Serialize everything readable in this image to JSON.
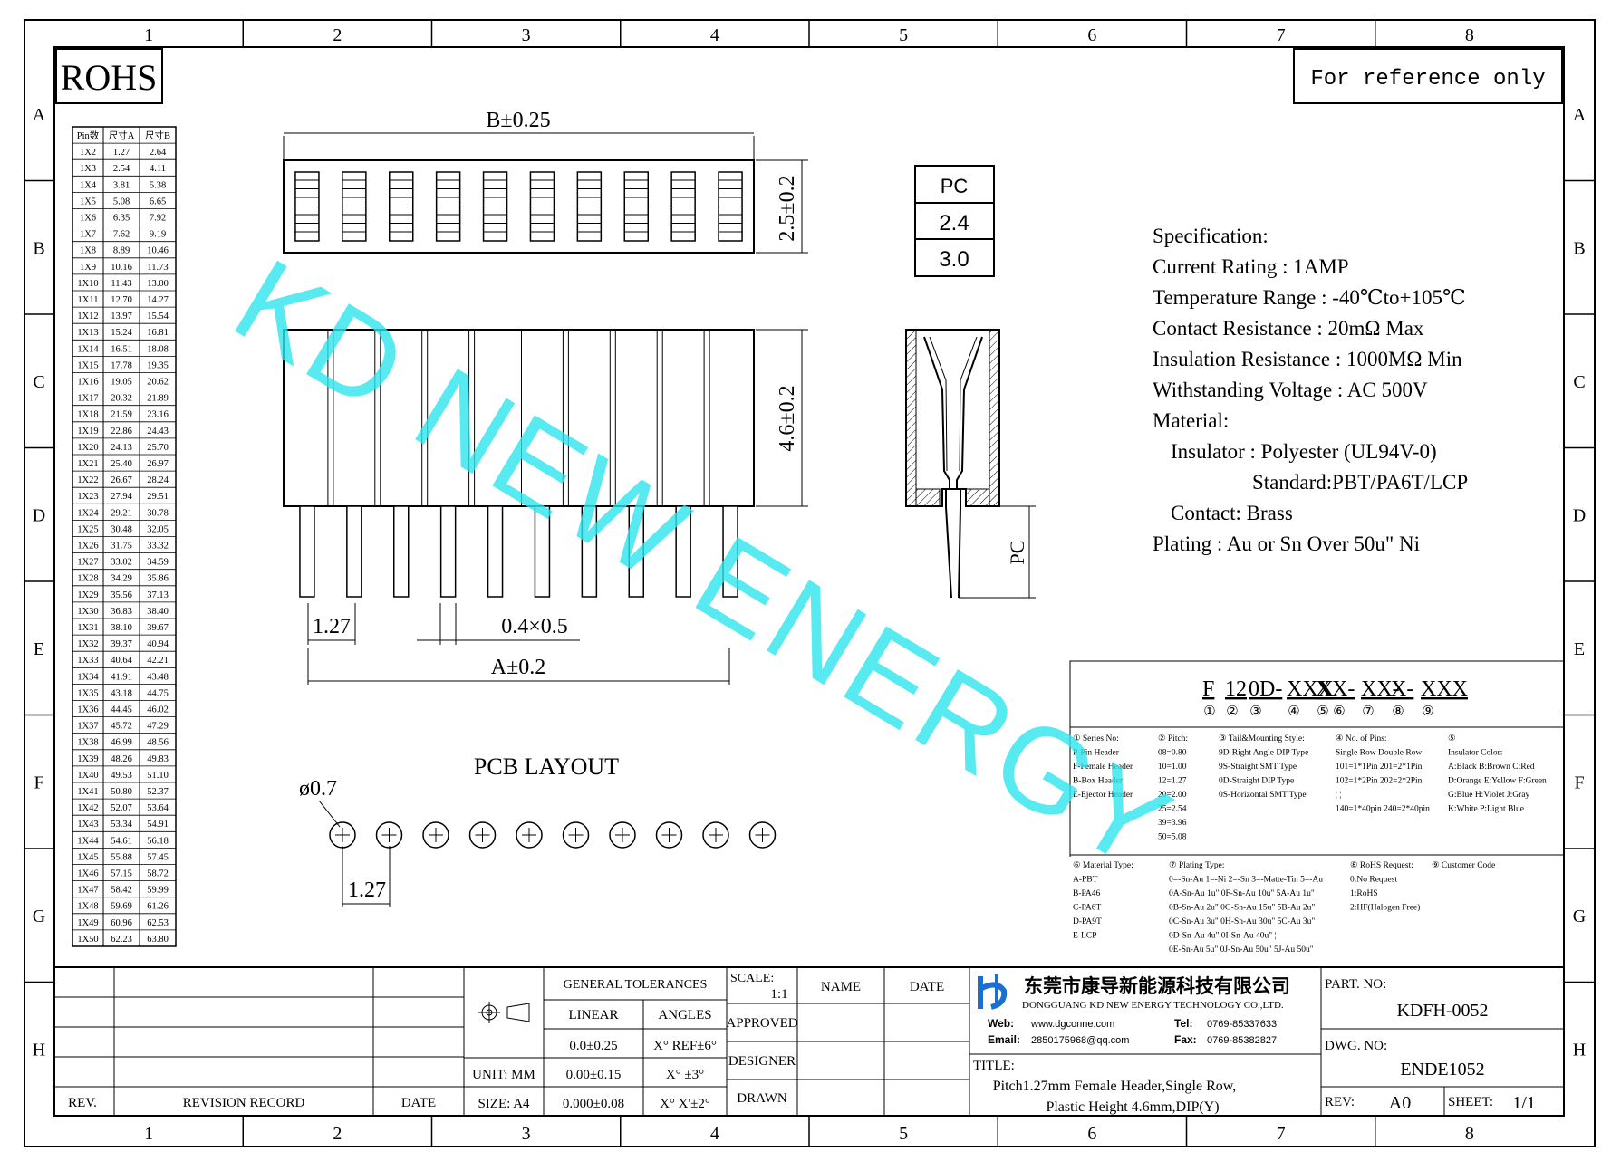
{
  "grid": {
    "cols": [
      "1",
      "2",
      "3",
      "4",
      "5",
      "6",
      "7",
      "8"
    ],
    "rows": [
      "A",
      "B",
      "C",
      "D",
      "E",
      "F",
      "G",
      "H"
    ]
  },
  "rohs": "ROHS",
  "reference": "For reference only",
  "watermark": "KD NEW ENERGY",
  "pin_table": {
    "headers": [
      "Pin数",
      "尺寸A",
      "尺寸B"
    ],
    "rows": [
      [
        "1X2",
        "1.27",
        "2.64"
      ],
      [
        "1X3",
        "2.54",
        "4.11"
      ],
      [
        "1X4",
        "3.81",
        "5.38"
      ],
      [
        "1X5",
        "5.08",
        "6.65"
      ],
      [
        "1X6",
        "6.35",
        "7.92"
      ],
      [
        "1X7",
        "7.62",
        "9.19"
      ],
      [
        "1X8",
        "8.89",
        "10.46"
      ],
      [
        "1X9",
        "10.16",
        "11.73"
      ],
      [
        "1X10",
        "11.43",
        "13.00"
      ],
      [
        "1X11",
        "12.70",
        "14.27"
      ],
      [
        "1X12",
        "13.97",
        "15.54"
      ],
      [
        "1X13",
        "15.24",
        "16.81"
      ],
      [
        "1X14",
        "16.51",
        "18.08"
      ],
      [
        "1X15",
        "17.78",
        "19.35"
      ],
      [
        "1X16",
        "19.05",
        "20.62"
      ],
      [
        "1X17",
        "20.32",
        "21.89"
      ],
      [
        "1X18",
        "21.59",
        "23.16"
      ],
      [
        "1X19",
        "22.86",
        "24.43"
      ],
      [
        "1X20",
        "24.13",
        "25.70"
      ],
      [
        "1X21",
        "25.40",
        "26.97"
      ],
      [
        "1X22",
        "26.67",
        "28.24"
      ],
      [
        "1X23",
        "27.94",
        "29.51"
      ],
      [
        "1X24",
        "29.21",
        "30.78"
      ],
      [
        "1X25",
        "30.48",
        "32.05"
      ],
      [
        "1X26",
        "31.75",
        "33.32"
      ],
      [
        "1X27",
        "33.02",
        "34.59"
      ],
      [
        "1X28",
        "34.29",
        "35.86"
      ],
      [
        "1X29",
        "35.56",
        "37.13"
      ],
      [
        "1X30",
        "36.83",
        "38.40"
      ],
      [
        "1X31",
        "38.10",
        "39.67"
      ],
      [
        "1X32",
        "39.37",
        "40.94"
      ],
      [
        "1X33",
        "40.64",
        "42.21"
      ],
      [
        "1X34",
        "41.91",
        "43.48"
      ],
      [
        "1X35",
        "43.18",
        "44.75"
      ],
      [
        "1X36",
        "44.45",
        "46.02"
      ],
      [
        "1X37",
        "45.72",
        "47.29"
      ],
      [
        "1X38",
        "46.99",
        "48.56"
      ],
      [
        "1X39",
        "48.26",
        "49.83"
      ],
      [
        "1X40",
        "49.53",
        "51.10"
      ],
      [
        "1X41",
        "50.80",
        "52.37"
      ],
      [
        "1X42",
        "52.07",
        "53.64"
      ],
      [
        "1X43",
        "53.34",
        "54.91"
      ],
      [
        "1X44",
        "54.61",
        "56.18"
      ],
      [
        "1X45",
        "55.88",
        "57.45"
      ],
      [
        "1X46",
        "57.15",
        "58.72"
      ],
      [
        "1X47",
        "58.42",
        "59.99"
      ],
      [
        "1X48",
        "59.69",
        "61.26"
      ],
      [
        "1X49",
        "60.96",
        "62.53"
      ],
      [
        "1X50",
        "62.23",
        "63.80"
      ]
    ]
  },
  "dimensions": {
    "b": "B±0.25",
    "top_h": "2.5±0.2",
    "body_h": "4.6±0.2",
    "pitch": "1.27",
    "pin_w": "0.4×0.5",
    "a": "A±0.2",
    "pc": "PC",
    "hole": "ø0.7",
    "pcb_pitch": "1.27"
  },
  "pc_table": {
    "header": "PC",
    "values": [
      "2.4",
      "3.0"
    ]
  },
  "pcb_layout": "PCB LAYOUT",
  "specification": [
    "Specification:",
    "Current Rating : 1AMP",
    "Temperature Range : -40℃to+105℃",
    "Contact Resistance : 20mΩ Max",
    "Insulation Resistance : 1000MΩ Min",
    "Withstanding Voltage : AC 500V",
    "Material:",
    "  Insulator : Polyester (UL94V-0)",
    "           Standard:PBT/PA6T/LCP",
    "  Contact: Brass",
    "Plating : Au or Sn Over 50u\" Ni"
  ],
  "part_code": {
    "parts": [
      "F",
      "12",
      "0D-",
      "XXX",
      "X",
      "X-",
      "XX-",
      "X-",
      "XXX"
    ],
    "circles": [
      "①",
      "②",
      "③",
      "④",
      "⑤",
      "⑥",
      "⑦",
      "⑧",
      "⑨"
    ]
  },
  "legend": {
    "series": [
      "① Series No:",
      "P-Pin Header",
      "F-Female Header",
      "B-Box Header",
      "E-Ejector Header"
    ],
    "pitch": [
      "② Pitch:",
      "08=0.80",
      "10=1.00",
      "12=1.27",
      "20=2.00",
      "25=2.54",
      "39=3.96",
      "50=5.08"
    ],
    "tail": [
      "③ Tail&Mounting Style:",
      "9D-Right Angle DIP Type",
      "9S-Straight SMT Type",
      "0D-Straight DIP Type",
      "0S-Horizontal SMT Type"
    ],
    "pins": [
      "④ No. of Pins:",
      "Single Row  Double Row",
      "101=1*1Pin  201=2*1Pin",
      "102=1*2Pin  202=2*2Pin",
      "  ¦            ¦",
      "140=1*40pin  240=2*40pin"
    ],
    "color": [
      "⑤",
      "Insulator Color:",
      "A:Black  B:Brown  C:Red",
      "D:Orange E:Yellow F:Green",
      "G:Blue   H:Violet J:Gray",
      "K:White  P:Light Blue"
    ],
    "material": [
      "⑥ Material Type:",
      "A-PBT",
      "B-PA46",
      "C-PA6T",
      "D-PA9T",
      "E-LCP"
    ],
    "plating": [
      "⑦ Plating Type:",
      "0=-Sn-Au 1=-Ni 2=-Sn 3=-Matte-Tin 5=-Au",
      "0A-Sn-Au 1u\" 0F-Sn-Au 10u\"  5A-Au 1u\"",
      "0B-Sn-Au 2u\" 0G-Sn-Au 15u\"  5B-Au 2u\"",
      "0C-Sn-Au 3u\" 0H-Sn-Au 30u\"  5C-Au 3u\"",
      "0D-Sn-Au 4u\" 0I-Sn-Au 40u\"     ¦",
      "0E-Sn-Au 5u\" 0J-Sn-Au 50u\"  5J-Au 50u\""
    ],
    "rohs": [
      "⑧ RoHS Request:",
      "0:No Request",
      "1:RoHS",
      "2:HF(Halogen Free)"
    ],
    "customer": [
      "⑨ Customer Code"
    ]
  },
  "title_block": {
    "general_tol": "GENERAL TOLERANCES",
    "linear": "LINEAR",
    "angles": "ANGLES",
    "lin_vals": [
      "0.0±0.25",
      "0.00±0.15",
      "0.000±0.08"
    ],
    "ang_vals": [
      "X° REF±6°",
      "X° ±3°",
      "X° X'±2°"
    ],
    "unit": "UNIT: MM",
    "size": "SIZE: A4",
    "scale_label": "SCALE:",
    "scale": "1:1",
    "name": "NAME",
    "date": "DATE",
    "approved": "APPROVED",
    "designer": "DESIGNER",
    "drawn": "DRAWN",
    "rev_hdr": "REV.",
    "revision_record": "REVISION RECORD",
    "rev_date": "DATE",
    "company_cn": "东莞市康导新能源科技有限公司",
    "company_en": "DONGGUANG KD NEW ENERGY TECHNOLOGY CO.,LTD.",
    "web_label": "Web:",
    "web": "www.dgconne.com",
    "tel_label": "Tel:",
    "tel": "0769-85337633",
    "email_label": "Email:",
    "email": "2850175968@qq.com",
    "fax_label": "Fax:",
    "fax": "0769-85382827",
    "title_label": "TITLE:",
    "title_line1": "Pitch1.27mm Female Header,Single Row,",
    "title_line2": "Plastic Height 4.6mm,DIP(Y)",
    "part_no_label": "PART. NO:",
    "part_no": "KDFH-0052",
    "dwg_no_label": "DWG. NO:",
    "dwg_no": "ENDE1052",
    "rev_label": "REV:",
    "rev": "A0",
    "sheet_label": "SHEET:",
    "sheet": "1/1"
  },
  "colors": {
    "watermark": "#2de5ee",
    "logo": "#1a6fd1",
    "ink": "#000000"
  }
}
